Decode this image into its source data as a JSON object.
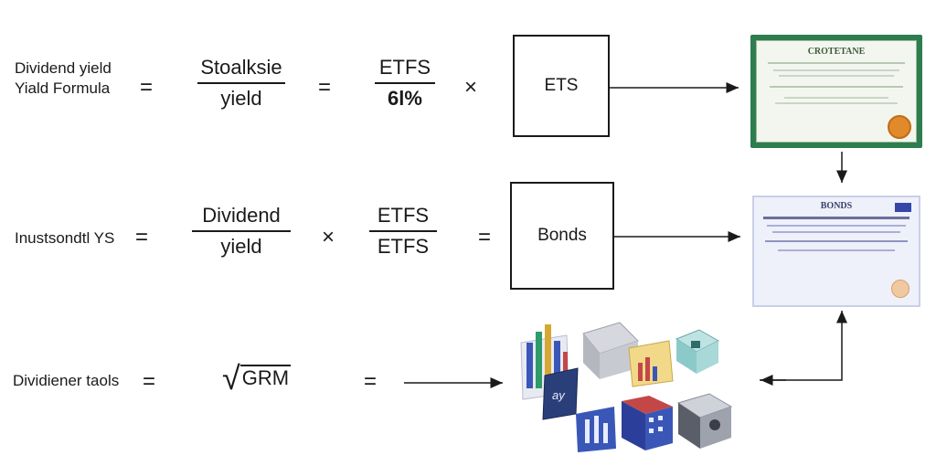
{
  "rows": [
    {
      "label_lines": [
        "Dividend yield",
        "Yiald Formula"
      ],
      "equals": "=",
      "fraction1": {
        "num": "Stoalksie",
        "den": "yield"
      },
      "op2": "=",
      "fraction2": {
        "num": "ETFS",
        "den": "6l%"
      },
      "op3": "×",
      "box_label": "ETS"
    },
    {
      "label": "Inustsondtl YS",
      "equals": "=",
      "fraction1": {
        "num": "Dividend",
        "den": "yield"
      },
      "op2": "×",
      "fraction2": {
        "num": "ETFS",
        "den": "ETFS"
      },
      "op3": "=",
      "box_label": "Bonds"
    },
    {
      "label": "Dividiener taols",
      "equals": "=",
      "radical": "√",
      "radicand": "GRM",
      "op2": "="
    }
  ],
  "certificates": {
    "top": {
      "title": "CROTETANE"
    },
    "middle": {
      "title": "BONDS"
    }
  },
  "colors": {
    "ink": "#1a1a1a",
    "cert_green_border": "#2e7d4f",
    "cert_blue_border": "#c9cfe8",
    "seal": "#e08a2c"
  },
  "icons": [
    "bar-chart-icon",
    "building-icon",
    "document-chart-icon",
    "cube-icon",
    "screen-chart-icon",
    "factory-icon",
    "blue-building-icon",
    "vault-icon"
  ]
}
